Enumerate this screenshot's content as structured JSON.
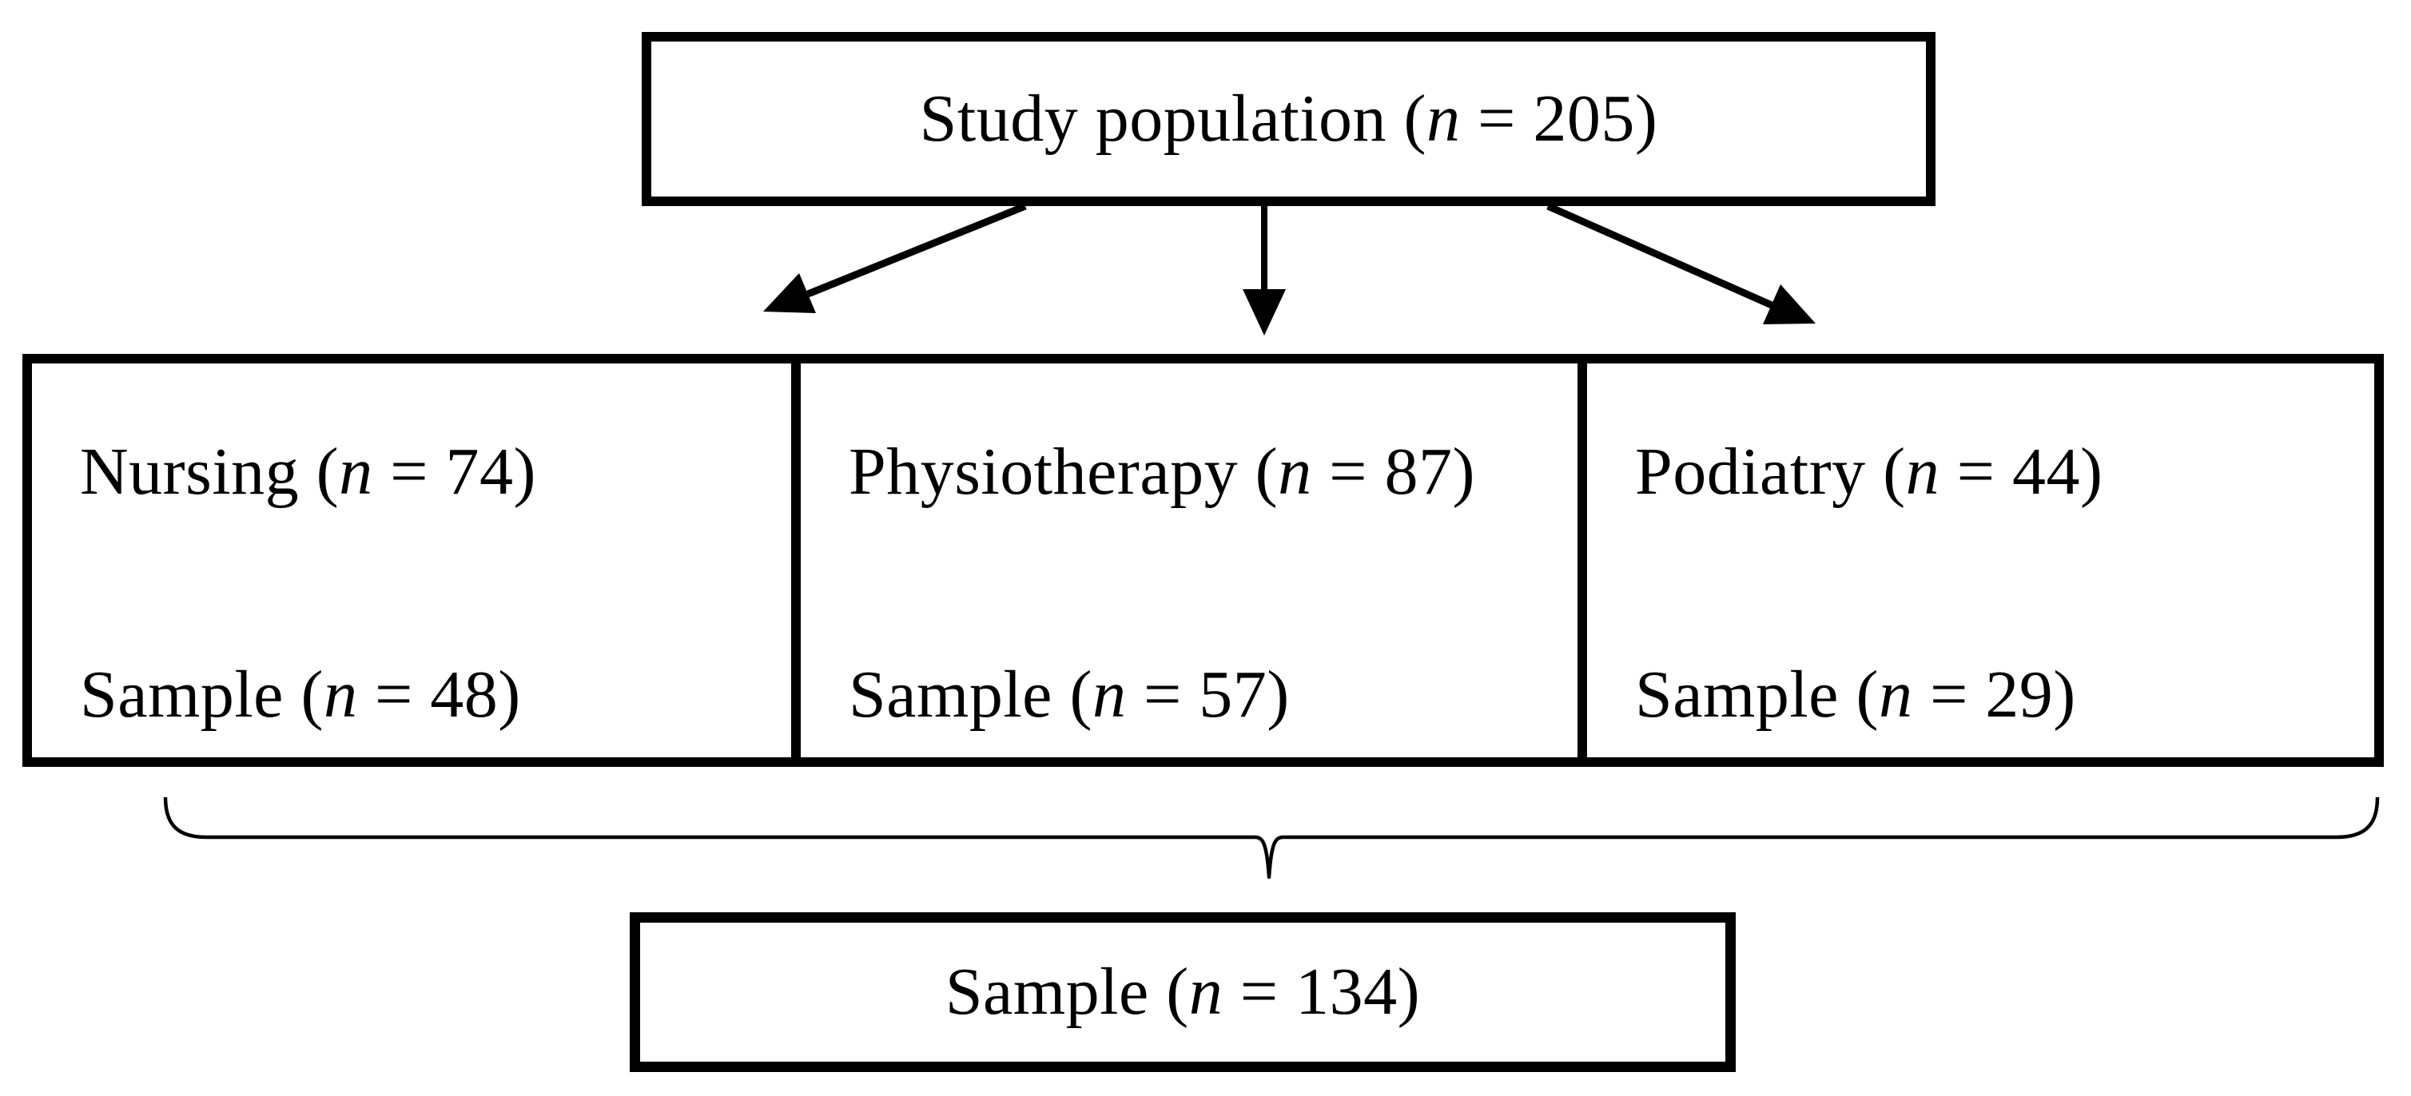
{
  "figure": {
    "kind": "study-flow-diagram",
    "colors": {
      "ink": "#000000",
      "background": "#ffffff"
    },
    "top_box": {
      "prefix": "Study population (",
      "var": "n",
      "suffix": " = 205)",
      "n": 205
    },
    "branches": [
      {
        "id": "nursing",
        "group": {
          "prefix": "Nursing (",
          "var": "n",
          "suffix": " = 74)",
          "n": 74
        },
        "sample": {
          "prefix": "Sample (",
          "var": "n",
          "suffix": " = 48)",
          "n": 48
        }
      },
      {
        "id": "physiotherapy",
        "group": {
          "prefix": "Physiotherapy (",
          "var": "n",
          "suffix": " = 87)",
          "n": 87
        },
        "sample": {
          "prefix": "Sample (",
          "var": "n",
          "suffix": " = 57)",
          "n": 57
        }
      },
      {
        "id": "podiatry",
        "group": {
          "prefix": "Podiatry (",
          "var": "n",
          "suffix": " = 44)",
          "n": 44
        },
        "sample": {
          "prefix": "Sample (",
          "var": "n",
          "suffix": " = 29)",
          "n": 29
        }
      }
    ],
    "total_box": {
      "prefix": "Sample (",
      "var": "n",
      "suffix": " = 134)",
      "n": 134
    }
  }
}
